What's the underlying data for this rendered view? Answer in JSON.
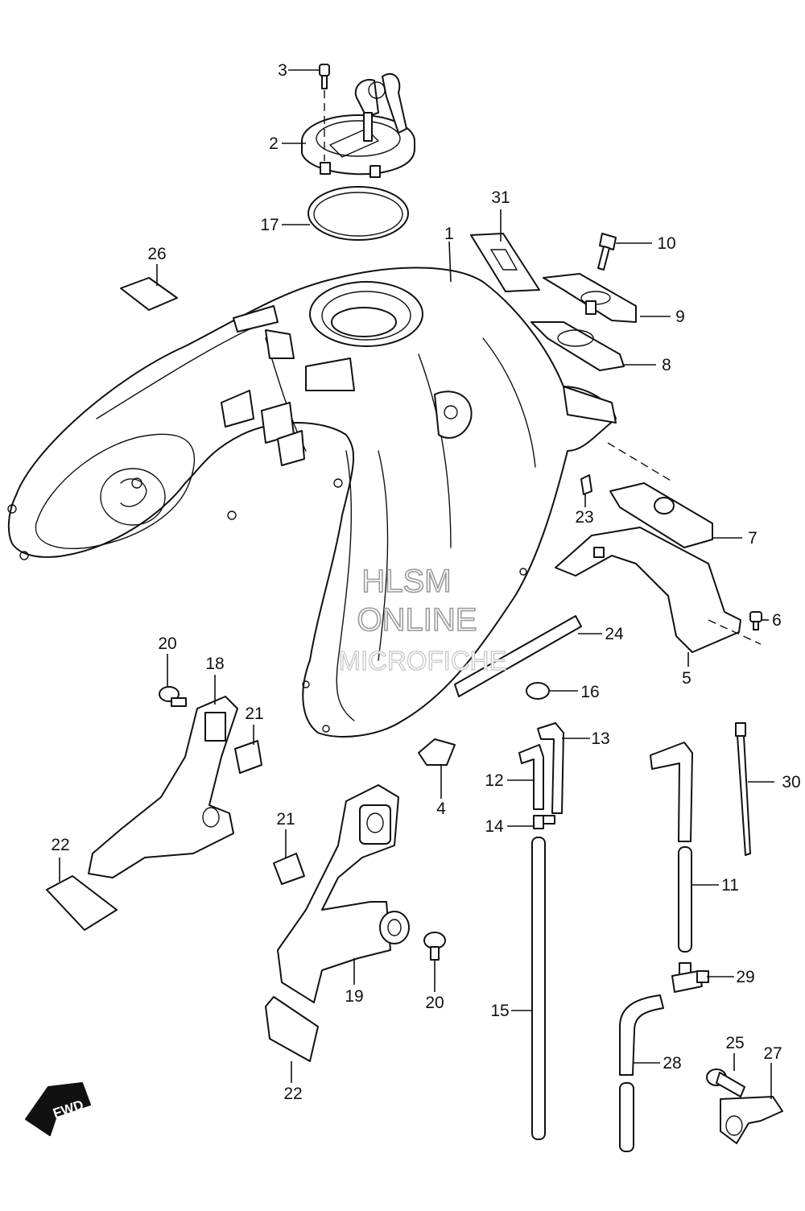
{
  "watermark": {
    "line1": "HLSM",
    "line2": "ONLINE",
    "line3": "MICROFICHE"
  },
  "fwd_badge": "FWD",
  "callouts": [
    {
      "id": "c1",
      "label": "1"
    },
    {
      "id": "c2",
      "label": "2"
    },
    {
      "id": "c3",
      "label": "3"
    },
    {
      "id": "c4",
      "label": "4"
    },
    {
      "id": "c5",
      "label": "5"
    },
    {
      "id": "c6",
      "label": "6"
    },
    {
      "id": "c7",
      "label": "7"
    },
    {
      "id": "c8",
      "label": "8"
    },
    {
      "id": "c9",
      "label": "9"
    },
    {
      "id": "c10",
      "label": "10"
    },
    {
      "id": "c11",
      "label": "11"
    },
    {
      "id": "c12",
      "label": "12"
    },
    {
      "id": "c13",
      "label": "13"
    },
    {
      "id": "c14",
      "label": "14"
    },
    {
      "id": "c15",
      "label": "15"
    },
    {
      "id": "c16",
      "label": "16"
    },
    {
      "id": "c17",
      "label": "17"
    },
    {
      "id": "c18",
      "label": "18"
    },
    {
      "id": "c19",
      "label": "19"
    },
    {
      "id": "c20a",
      "label": "20"
    },
    {
      "id": "c20b",
      "label": "20"
    },
    {
      "id": "c21a",
      "label": "21"
    },
    {
      "id": "c21b",
      "label": "21"
    },
    {
      "id": "c22a",
      "label": "22"
    },
    {
      "id": "c22b",
      "label": "22"
    },
    {
      "id": "c23",
      "label": "23"
    },
    {
      "id": "c24",
      "label": "24"
    },
    {
      "id": "c25",
      "label": "25"
    },
    {
      "id": "c26",
      "label": "26"
    },
    {
      "id": "c27",
      "label": "27"
    },
    {
      "id": "c28",
      "label": "28"
    },
    {
      "id": "c29",
      "label": "29"
    },
    {
      "id": "c30",
      "label": "30"
    },
    {
      "id": "c31",
      "label": "31"
    }
  ]
}
